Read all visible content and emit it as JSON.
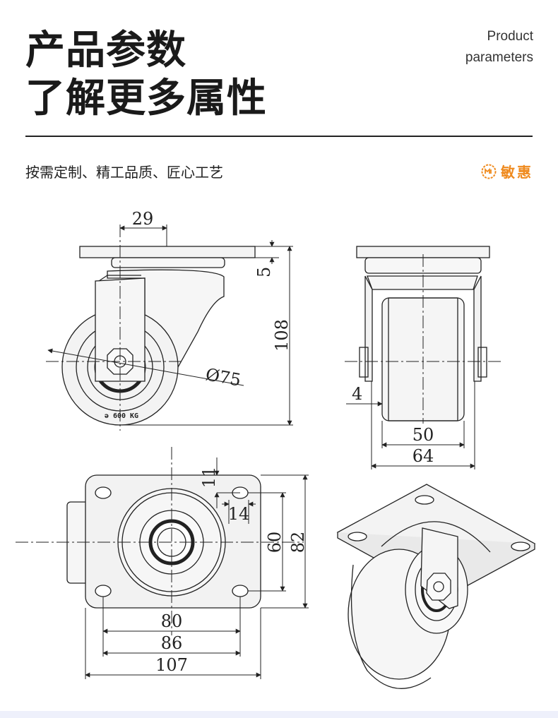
{
  "header": {
    "title_line1": "产品参数",
    "title_line2": "了解更多属性",
    "subtitle_en_line1": "Product",
    "subtitle_en_line2": "parameters"
  },
  "tagline": "按需定制、精工品质、匠心工艺",
  "brand": {
    "name": "敏惠",
    "color": "#ef8a1e",
    "icon": "brand-logo-icon"
  },
  "dimensions": {
    "swivel_offset": "29",
    "plate_thickness": "5",
    "overall_height": "108",
    "wheel_diameter": "Ø75",
    "fork_offset": "4",
    "wheel_width": "50",
    "overall_width": "64",
    "hole_offset_y": "11",
    "hole_offset_x": "14",
    "hole_spacing_y": "60",
    "plate_width": "82",
    "hole_spacing_x": "80",
    "plate_inner": "86",
    "plate_length": "107"
  },
  "wheel_marking": "ǝ 600 KG"
}
